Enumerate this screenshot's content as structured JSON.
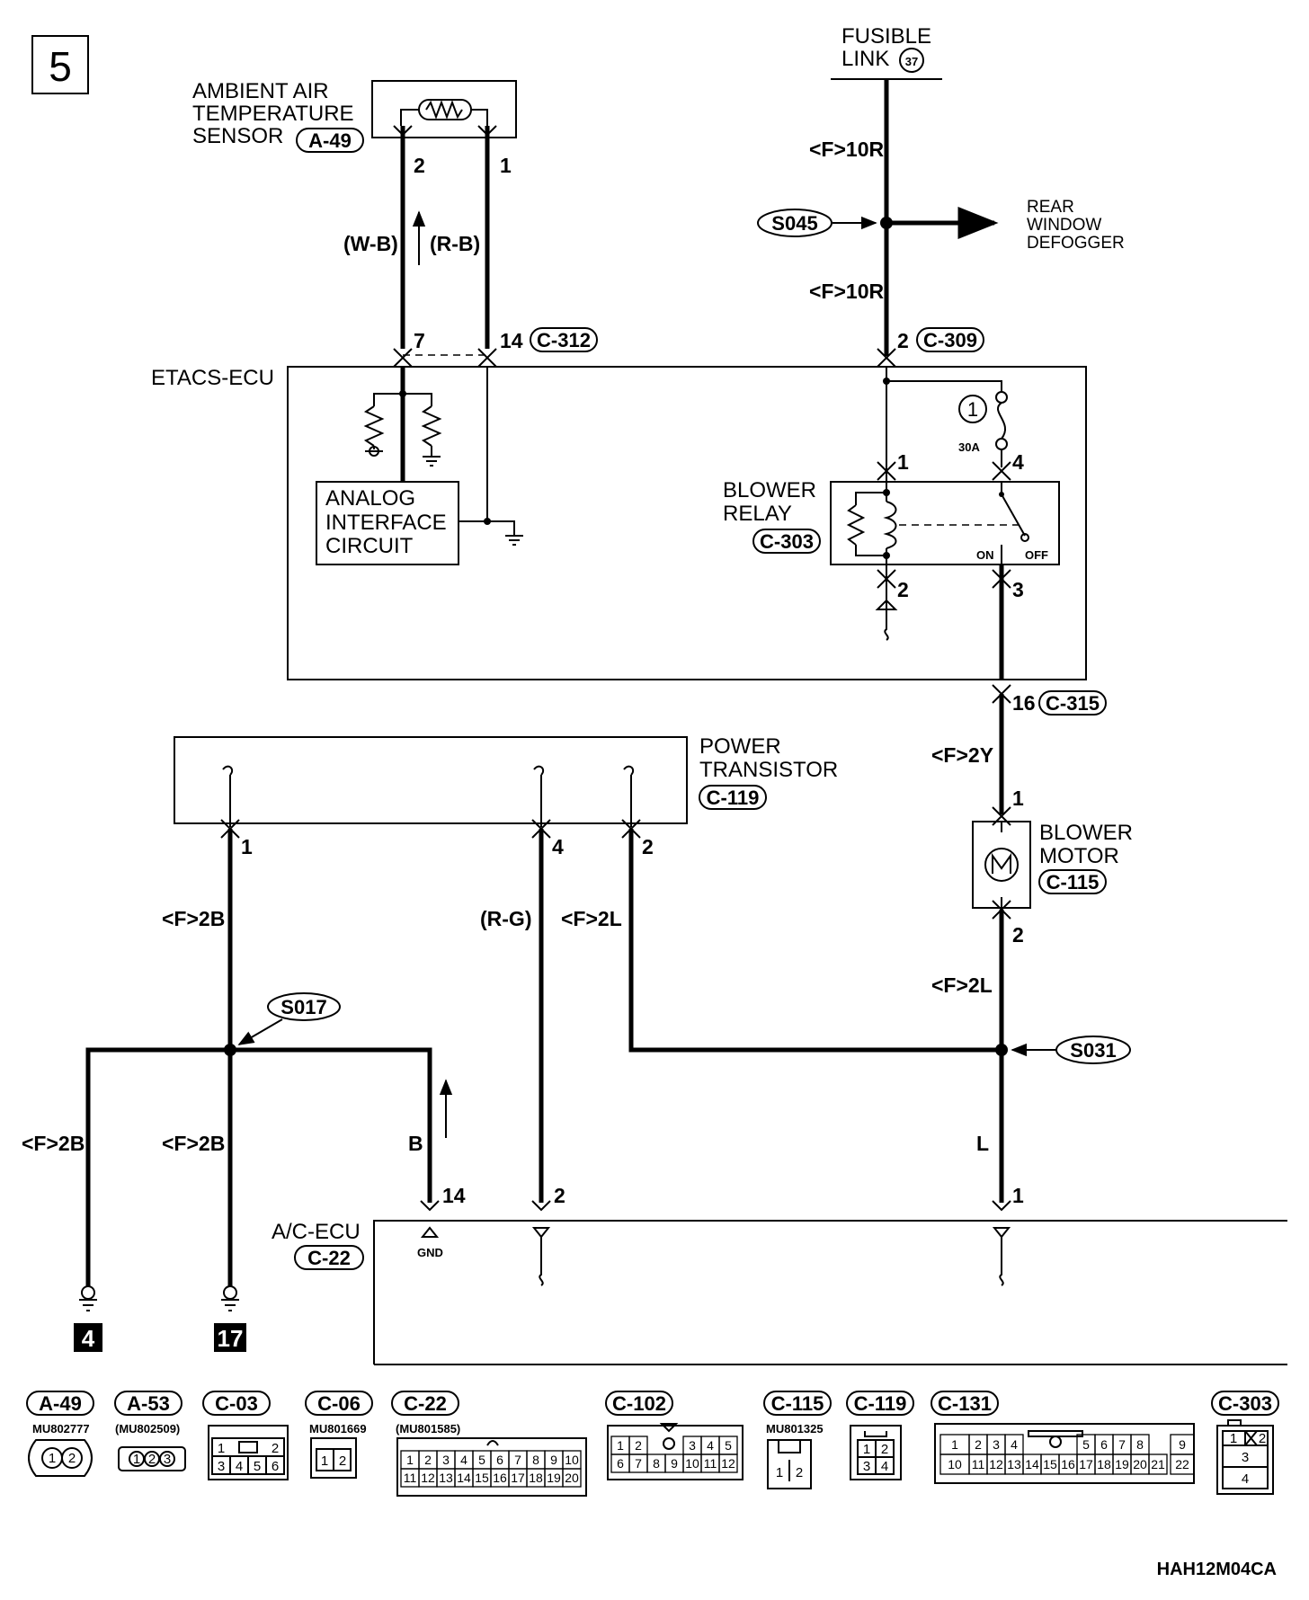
{
  "page_number": "5",
  "fusible_link": {
    "line1": "FUSIBLE",
    "line2": "LINK",
    "number": "37"
  },
  "sensor": {
    "line1": "AMBIENT AIR",
    "line2": "TEMPERATURE",
    "line3": "SENSOR",
    "connector": "A-49"
  },
  "sensor_pins": {
    "left": "2",
    "right": "1"
  },
  "sensor_wires": {
    "left": "(W-B)",
    "right": "(R-B)"
  },
  "etacs": {
    "label": "ETACS-ECU",
    "pin_a": "7",
    "pin_b": "14",
    "connector_a": "C-312",
    "pin_c": "2",
    "connector_c": "C-309",
    "pin_d": "16",
    "connector_d": "C-315"
  },
  "analog_circuit": {
    "line1": "ANALOG",
    "line2": "INTERFACE",
    "line3": "CIRCUIT"
  },
  "fuse": {
    "number": "1",
    "rating": "30A"
  },
  "blower_relay": {
    "line1": "BLOWER",
    "line2": "RELAY",
    "connector": "C-303",
    "pin1": "1",
    "pin2": "2",
    "pin3": "3",
    "pin4": "4",
    "on": "ON",
    "off": "OFF"
  },
  "top_wires": {
    "upper": "<F>10R",
    "lower": "<F>10R"
  },
  "splice_s045": "S045",
  "defogger": {
    "line1": "REAR",
    "line2": "WINDOW",
    "line3": "DEFOGGER"
  },
  "power_transistor": {
    "line1": "POWER",
    "line2": "TRANSISTOR",
    "connector": "C-119",
    "pin1": "1",
    "pin4": "4",
    "pin2": "2"
  },
  "blower_motor": {
    "line1": "BLOWER",
    "line2": "MOTOR",
    "connector": "C-115",
    "pin1": "1",
    "pin2": "2"
  },
  "wires": {
    "w2y": "<F>2Y",
    "w2b_upper": "<F>2B",
    "wrg": "(R-G)",
    "w2l_mid": "<F>2L",
    "w2l_right": "<F>2L",
    "w2b_left": "<F>2B",
    "w2b_center": "<F>2B",
    "wb": "B",
    "wl": "L"
  },
  "splice_s017": "S017",
  "splice_s031": "S031",
  "ac_ecu": {
    "label": "A/C-ECU",
    "connector": "C-22",
    "pin14": "14",
    "pin2": "2",
    "pin1": "1",
    "gnd": "GND"
  },
  "grounds": {
    "left": "4",
    "right": "17"
  },
  "connectors": [
    {
      "id": "A-49",
      "part": "MU802777",
      "cells": [
        "1",
        "2"
      ]
    },
    {
      "id": "A-53",
      "part": "(MU802509)",
      "cells": [
        "1",
        "2",
        "3"
      ]
    },
    {
      "id": "C-03",
      "part": "",
      "cells": [
        "1",
        "2",
        "3",
        "4",
        "5",
        "6"
      ]
    },
    {
      "id": "C-06",
      "part": "MU801669",
      "cells": [
        "1",
        "2"
      ]
    },
    {
      "id": "C-22",
      "part": "(MU801585)",
      "cells": [
        "1",
        "2",
        "3",
        "4",
        "5",
        "6",
        "7",
        "8",
        "9",
        "10",
        "11",
        "12",
        "13",
        "14",
        "15",
        "16",
        "17",
        "18",
        "19",
        "20"
      ]
    },
    {
      "id": "C-102",
      "part": "",
      "cells": [
        "1",
        "2",
        "3",
        "4",
        "5",
        "6",
        "7",
        "8",
        "9",
        "10",
        "11",
        "12"
      ]
    },
    {
      "id": "C-115",
      "part": "MU801325",
      "cells": [
        "1",
        "2"
      ]
    },
    {
      "id": "C-119",
      "part": "",
      "cells": [
        "1",
        "2",
        "3",
        "4"
      ]
    },
    {
      "id": "C-131",
      "part": "",
      "cells": [
        "1",
        "2",
        "3",
        "4",
        "5",
        "6",
        "7",
        "8",
        "9",
        "10",
        "11",
        "12",
        "13",
        "14",
        "15",
        "16",
        "17",
        "18",
        "19",
        "20",
        "21",
        "22"
      ]
    },
    {
      "id": "C-303",
      "part": "",
      "cells": [
        "1",
        "2",
        "3",
        "4"
      ]
    }
  ],
  "figure_code": "HAH12M04CA"
}
